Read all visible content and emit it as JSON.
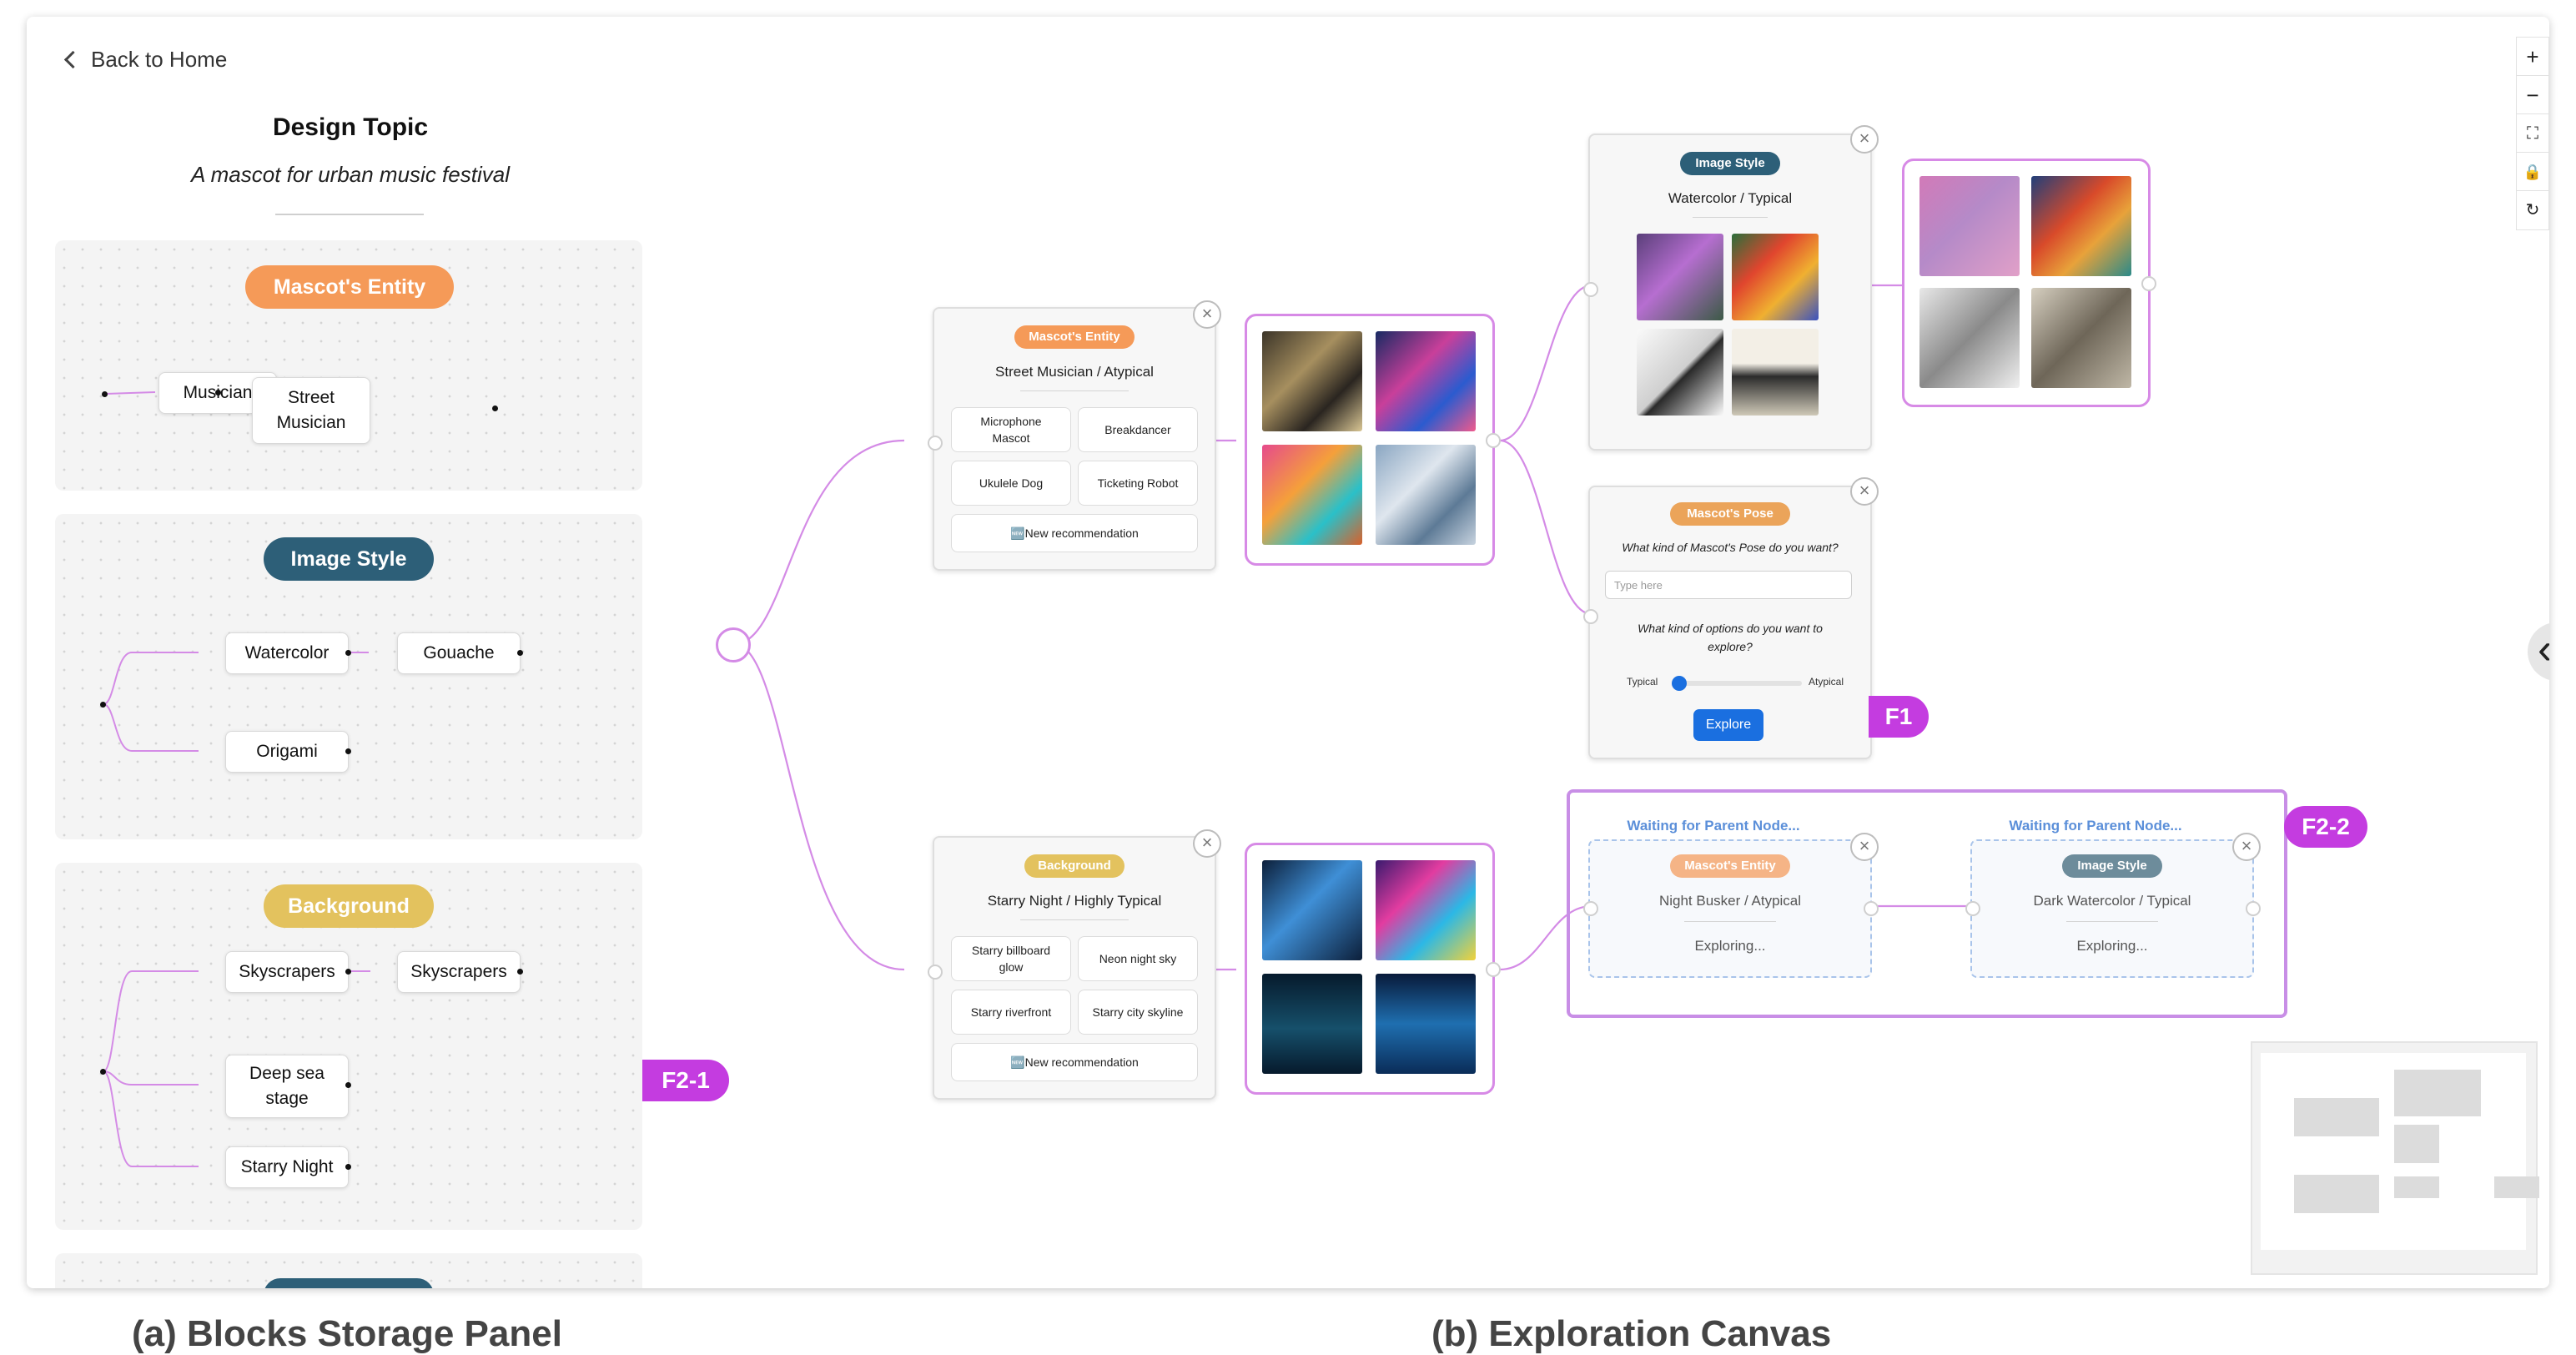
{
  "left_panel": {
    "back_label": "Back to Home",
    "topic_title": "Design Topic",
    "topic_text": "A mascot for urban music festival",
    "cards": {
      "entity": {
        "title": "Mascot's Entity",
        "color": "#f59a58",
        "blocks": [
          "Musician",
          "Street\nMusician"
        ]
      },
      "style": {
        "title": "Image Style",
        "color": "#2d5f78",
        "blocks": [
          "Watercolor",
          "Gouache",
          "Origami"
        ]
      },
      "background": {
        "title": "Background",
        "color": "#e3c25e",
        "blocks": [
          "Skyscrapers",
          "Skyscrapers",
          "Deep sea\nstage",
          "Starry Night"
        ]
      }
    }
  },
  "canvas": {
    "root_node": {},
    "entity_node": {
      "tag": "Mascot's Entity",
      "title": "Street Musician / Atypical",
      "options": [
        "Microphone\nMascot",
        "Breakdancer",
        "Ukulele Dog",
        "Ticketing Robot"
      ],
      "recommend": "🆕New recommendation"
    },
    "background_node": {
      "tag": "Background",
      "title": "Starry Night / Highly Typical",
      "options": [
        "Starry billboard\nglow",
        "Neon night sky",
        "Starry riverfront",
        "Starry city skyline"
      ],
      "recommend": "🆕New recommendation"
    },
    "style_node": {
      "tag": "Image Style",
      "title": "Watercolor / Typical"
    },
    "pose_node": {
      "tag": "Mascot's Pose",
      "question1": "What kind of Mascot's Pose do you want?",
      "input_placeholder": "Type here",
      "question2": "What kind of options do you want to\nexplore?",
      "slider_left": "Typical",
      "slider_right": "Atypical",
      "slider_value": 0,
      "explore_label": "Explore"
    },
    "waiting_group": {
      "nodes": [
        {
          "header": "Waiting for Parent Node...",
          "tag": "Mascot's Entity",
          "title": "Night Busker / Atypical",
          "status": "Exploring..."
        },
        {
          "header": "Waiting for Parent Node...",
          "tag": "Image Style",
          "title": "Dark Watercolor / Typical",
          "status": "Exploring..."
        }
      ]
    },
    "labels": {
      "f1": "F1",
      "f2_1": "F2-1",
      "f2_2": "F2-2"
    },
    "controls": {
      "zoom_in": "+",
      "zoom_out": "−",
      "fit": "⛶",
      "lock": "🔒",
      "reset": "↻"
    },
    "collapse_icon": "‹"
  },
  "captions": {
    "left": "(a) Blocks Storage Panel",
    "right": "(b) Exploration Canvas"
  },
  "colors": {
    "entity": "#f59a58",
    "style": "#2d5f78",
    "background": "#e3c25e",
    "pose": "#eba45a",
    "accent": "#c43ce0",
    "link": "#d48be6",
    "button": "#1a6fe0"
  }
}
